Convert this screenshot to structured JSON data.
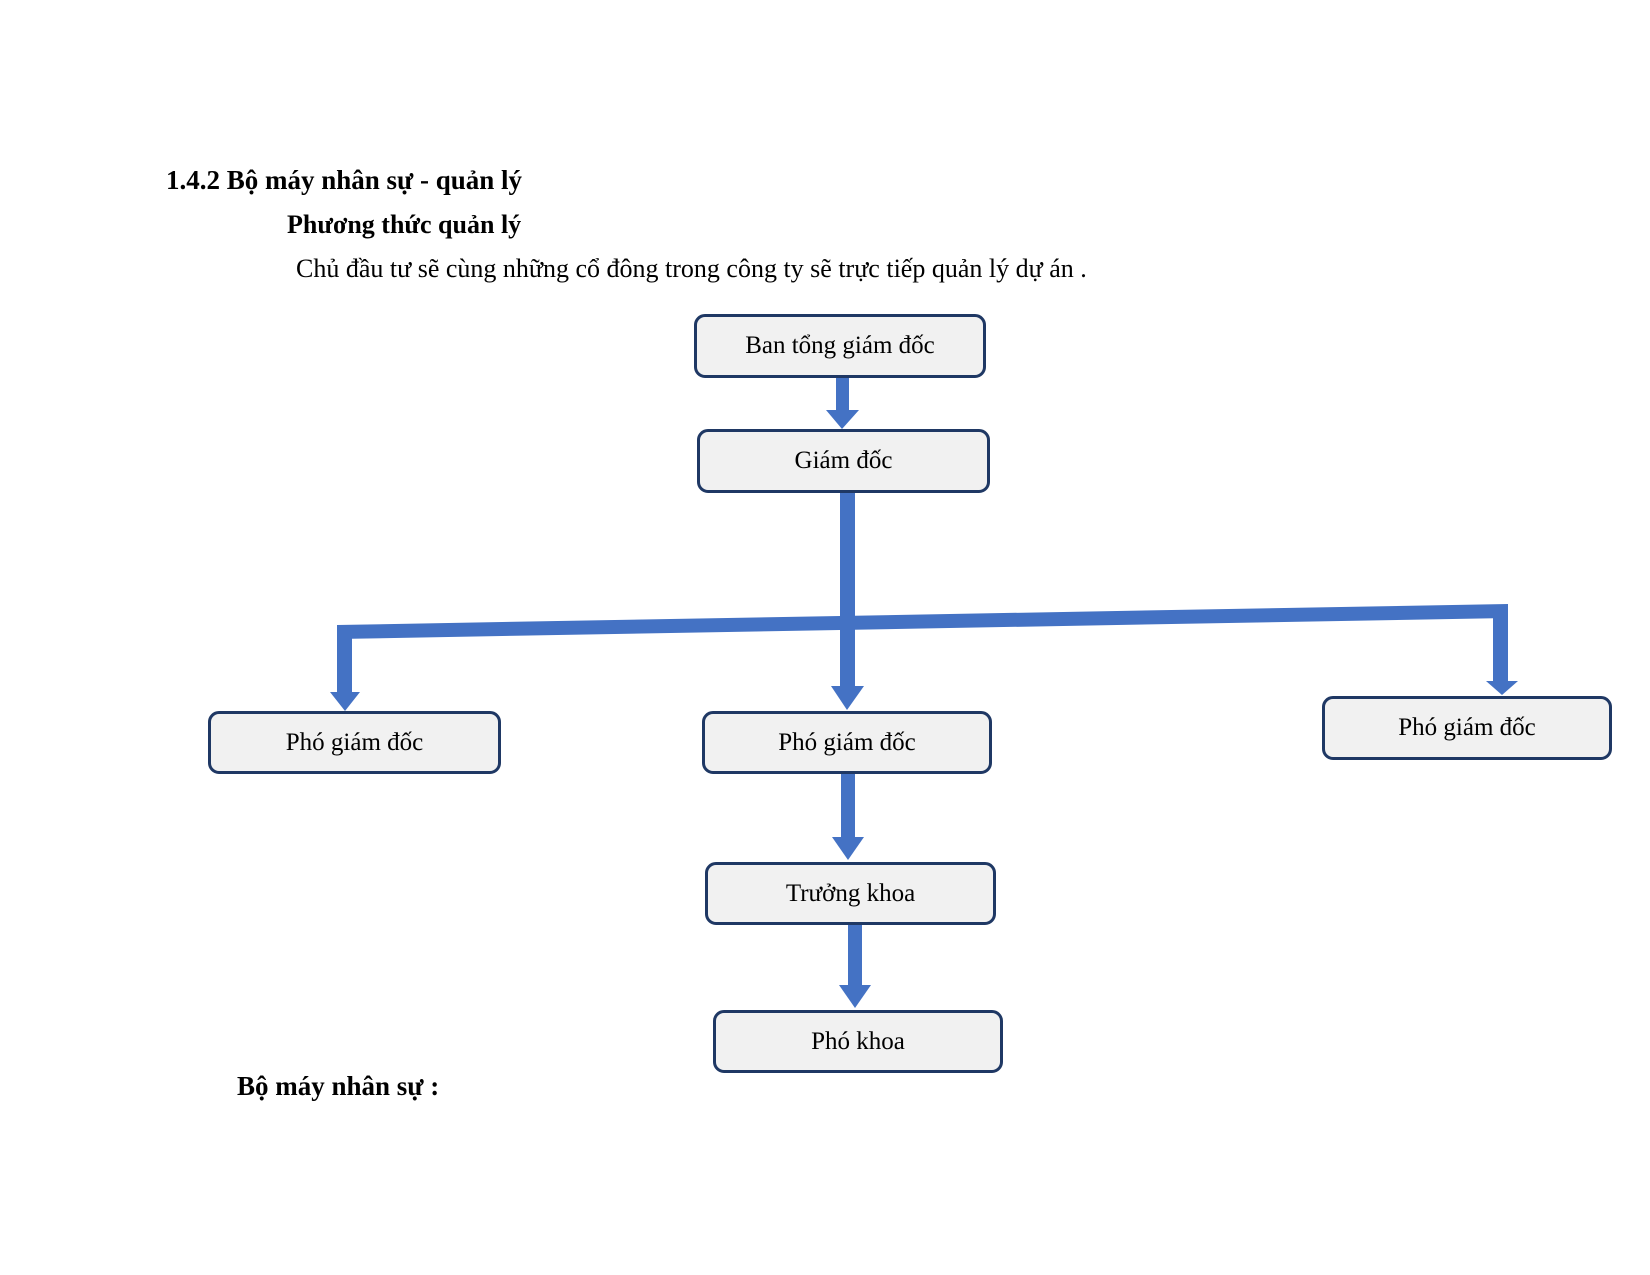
{
  "document": {
    "heading": "1.4.2 Bộ máy nhân sự - quản lý",
    "subheading": "Phương thức quản lý",
    "paragraph": "Chủ đầu tư sẽ cùng những cổ đông trong công ty sẽ trực tiếp quản lý dự án .",
    "footer_label": "Bộ máy nhân sự :"
  },
  "org_chart": {
    "type": "flowchart",
    "nodes": [
      {
        "id": "ban-tong-giam-doc",
        "label": "Ban tổng giám đốc"
      },
      {
        "id": "giam-doc",
        "label": "Giám đốc"
      },
      {
        "id": "pho-giam-doc-left",
        "label": "Phó giám đốc"
      },
      {
        "id": "pho-giam-doc-center",
        "label": "Phó giám đốc"
      },
      {
        "id": "pho-giam-doc-right",
        "label": "Phó giám đốc"
      },
      {
        "id": "truong-khoa",
        "label": "Trưởng khoa"
      },
      {
        "id": "pho-khoa",
        "label": "Phó khoa"
      }
    ],
    "edges": [
      {
        "from": "ban-tong-giam-doc",
        "to": "giam-doc"
      },
      {
        "from": "giam-doc",
        "to": "pho-giam-doc-left"
      },
      {
        "from": "giam-doc",
        "to": "pho-giam-doc-center"
      },
      {
        "from": "giam-doc",
        "to": "pho-giam-doc-right"
      },
      {
        "from": "pho-giam-doc-center",
        "to": "truong-khoa"
      },
      {
        "from": "truong-khoa",
        "to": "pho-khoa"
      }
    ],
    "colors": {
      "box_fill": "#f1f1f1",
      "box_border": "#1f3864",
      "arrow": "#4472c4"
    }
  }
}
